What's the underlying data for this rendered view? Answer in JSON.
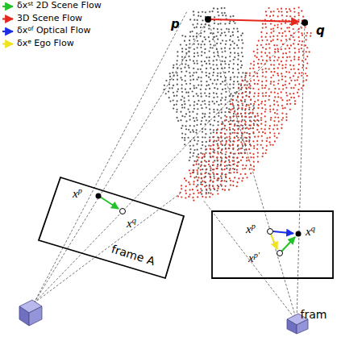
{
  "diagram": {
    "nodes": [
      {
        "text": [
          "frame A"
        ]
      },
      {
        "text": [
          "fram"
        ]
      }
    ],
    "labels": [
      "p",
      "q",
      "xp",
      "xq",
      "xp",
      "xq",
      "xp'"
    ],
    "legend": [
      {
        "text": "δxst 2D Scene Flow"
      },
      {
        "text": "3D Scene Flow"
      },
      {
        "text": "δxof Optical Flow"
      },
      {
        "text": "δxe Ego Flow"
      }
    ]
  }
}
